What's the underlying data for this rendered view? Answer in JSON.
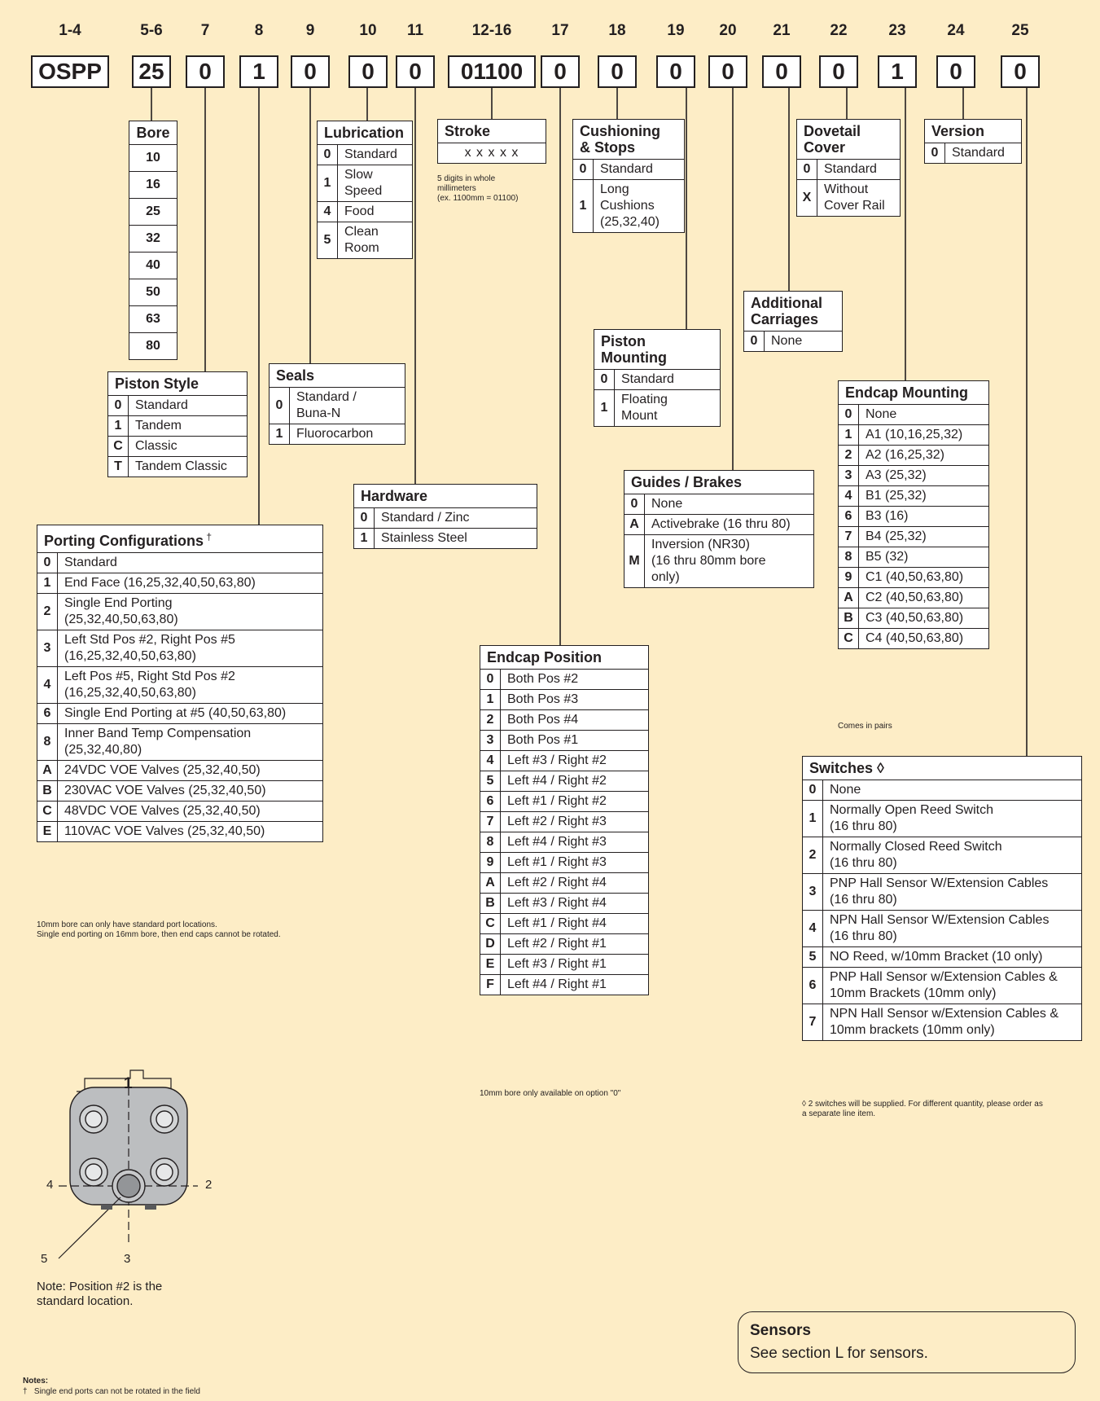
{
  "positions": [
    "1-4",
    "5-6",
    "7",
    "8",
    "9",
    "10",
    "11",
    "12-16",
    "17",
    "18",
    "19",
    "20",
    "21",
    "22",
    "23",
    "24",
    "25"
  ],
  "codes": [
    "OSPP",
    "25",
    "0",
    "1",
    "0",
    "0",
    "0",
    "01100",
    "0",
    "0",
    "0",
    "0",
    "0",
    "0",
    "1",
    "0",
    "0"
  ],
  "bore": {
    "title": "Bore",
    "items": [
      "10",
      "16",
      "25",
      "32",
      "40",
      "50",
      "63",
      "80"
    ]
  },
  "piston_style": {
    "title": "Piston Style",
    "rows": [
      [
        "0",
        "Standard"
      ],
      [
        "1",
        "Tandem"
      ],
      [
        "C",
        "Classic"
      ],
      [
        "T",
        "Tandem Classic"
      ]
    ]
  },
  "lubrication": {
    "title": "Lubrication",
    "rows": [
      [
        "0",
        "Standard"
      ],
      [
        "1",
        "Slow\nSpeed"
      ],
      [
        "4",
        "Food"
      ],
      [
        "5",
        "Clean\nRoom"
      ]
    ]
  },
  "seals": {
    "title": "Seals",
    "rows": [
      [
        "0",
        "Standard /\nBuna-N"
      ],
      [
        "1",
        "Fluorocarbon"
      ]
    ]
  },
  "hardware": {
    "title": "Hardware",
    "rows": [
      [
        "0",
        "Standard / Zinc"
      ],
      [
        "1",
        "Stainless Steel"
      ]
    ]
  },
  "stroke": {
    "title": "Stroke",
    "value": "x x x x x",
    "note": "5 digits in whole\nmillimeters\n(ex. 1100mm = 01100)"
  },
  "cushioning": {
    "title": "Cushioning\n& Stops",
    "rows": [
      [
        "0",
        "Standard"
      ],
      [
        "1",
        "Long\nCushions\n(25,32,40)"
      ]
    ]
  },
  "piston_mounting": {
    "title": "Piston\nMounting",
    "rows": [
      [
        "0",
        "Standard"
      ],
      [
        "1",
        "Floating\nMount"
      ]
    ]
  },
  "additional_carriages": {
    "title": "Additional\nCarriages",
    "rows": [
      [
        "0",
        "None"
      ]
    ]
  },
  "dovetail_cover": {
    "title": "Dovetail\nCover",
    "rows": [
      [
        "0",
        "Standard"
      ],
      [
        "X",
        "Without\nCover Rail"
      ]
    ]
  },
  "version": {
    "title": "Version",
    "rows": [
      [
        "0",
        "Standard"
      ]
    ]
  },
  "guides_brakes": {
    "title": "Guides / Brakes",
    "rows": [
      [
        "0",
        "None"
      ],
      [
        "A",
        "Activebrake (16 thru 80)"
      ],
      [
        "M",
        "Inversion (NR30)\n(16 thru 80mm bore\nonly)"
      ]
    ]
  },
  "endcap_mounting": {
    "title": "Endcap Mounting",
    "rows": [
      [
        "0",
        "None"
      ],
      [
        "1",
        "A1 (10,16,25,32)"
      ],
      [
        "2",
        "A2 (16,25,32)"
      ],
      [
        "3",
        "A3 (25,32)"
      ],
      [
        "4",
        "B1 (25,32)"
      ],
      [
        "6",
        "B3 (16)"
      ],
      [
        "7",
        "B4 (25,32)"
      ],
      [
        "8",
        "B5 (32)"
      ],
      [
        "9",
        "C1 (40,50,63,80)"
      ],
      [
        "A",
        "C2 (40,50,63,80)"
      ],
      [
        "B",
        "C3 (40,50,63,80)"
      ],
      [
        "C",
        "C4 (40,50,63,80)"
      ]
    ],
    "note": "Comes in pairs"
  },
  "porting": {
    "title": "Porting Configurations",
    "dagger": "†",
    "rows": [
      [
        "0",
        "Standard"
      ],
      [
        "1",
        "End Face (16,25,32,40,50,63,80)"
      ],
      [
        "2",
        "Single End Porting\n(25,32,40,50,63,80)"
      ],
      [
        "3",
        "Left Std Pos #2, Right Pos #5\n(16,25,32,40,50,63,80)"
      ],
      [
        "4",
        "Left Pos #5, Right Std Pos #2\n(16,25,32,40,50,63,80)"
      ],
      [
        "6",
        "Single End Porting at #5 (40,50,63,80)"
      ],
      [
        "8",
        "Inner Band Temp Compensation\n(25,32,40,80)"
      ],
      [
        "A",
        "24VDC VOE Valves (25,32,40,50)"
      ],
      [
        "B",
        "230VAC VOE Valves (25,32,40,50)"
      ],
      [
        "C",
        "48VDC VOE Valves (25,32,40,50)"
      ],
      [
        "E",
        "110VAC VOE Valves (25,32,40,50)"
      ]
    ],
    "note": "10mm bore can only have standard port locations.\nSingle end porting on 16mm bore, then end caps cannot be rotated."
  },
  "endcap_position": {
    "title": "Endcap Position",
    "rows": [
      [
        "0",
        "Both Pos #2"
      ],
      [
        "1",
        "Both Pos #3"
      ],
      [
        "2",
        "Both Pos #4"
      ],
      [
        "3",
        "Both Pos #1"
      ],
      [
        "4",
        "Left #3 / Right #2"
      ],
      [
        "5",
        "Left #4 / Right #2"
      ],
      [
        "6",
        "Left #1 / Right #2"
      ],
      [
        "7",
        "Left #2 / Right #3"
      ],
      [
        "8",
        "Left #4 / Right #3"
      ],
      [
        "9",
        "Left #1 / Right #3"
      ],
      [
        "A",
        "Left #2 / Right #4"
      ],
      [
        "B",
        "Left #3 / Right #4"
      ],
      [
        "C",
        "Left #1 / Right #4"
      ],
      [
        "D",
        "Left #2 / Right #1"
      ],
      [
        "E",
        "Left #3 / Right #1"
      ],
      [
        "F",
        "Left #4 / Right #1"
      ]
    ],
    "note": "10mm bore only available on option \"0\""
  },
  "switches": {
    "title": "Switches ◊",
    "rows": [
      [
        "0",
        "None"
      ],
      [
        "1",
        "Normally Open Reed Switch\n(16 thru 80)"
      ],
      [
        "2",
        "Normally Closed Reed Switch\n(16 thru 80)"
      ],
      [
        "3",
        "PNP Hall Sensor W/Extension Cables\n(16 thru 80)"
      ],
      [
        "4",
        "NPN Hall Sensor W/Extension Cables\n(16 thru 80)"
      ],
      [
        "5",
        "NO Reed, w/10mm Bracket (10 only)"
      ],
      [
        "6",
        "PNP Hall Sensor w/Extension Cables &\n10mm Brackets (10mm only)"
      ],
      [
        "7",
        "NPN Hall Sensor w/Extension Cables &\n10mm brackets (10mm only)"
      ]
    ],
    "note": "◊ 2 switches will be supplied. For different quantity, please order as\na separate line item."
  },
  "diagram": {
    "labels": [
      "1",
      "2",
      "3",
      "4",
      "5"
    ],
    "note": "Note: Position #2 is the\nstandard location."
  },
  "sensors": {
    "title": "Sensors",
    "text": "See section L for sensors."
  },
  "notes": {
    "title": "Notes:",
    "line": "†   Single end ports can not be rotated in the field"
  }
}
